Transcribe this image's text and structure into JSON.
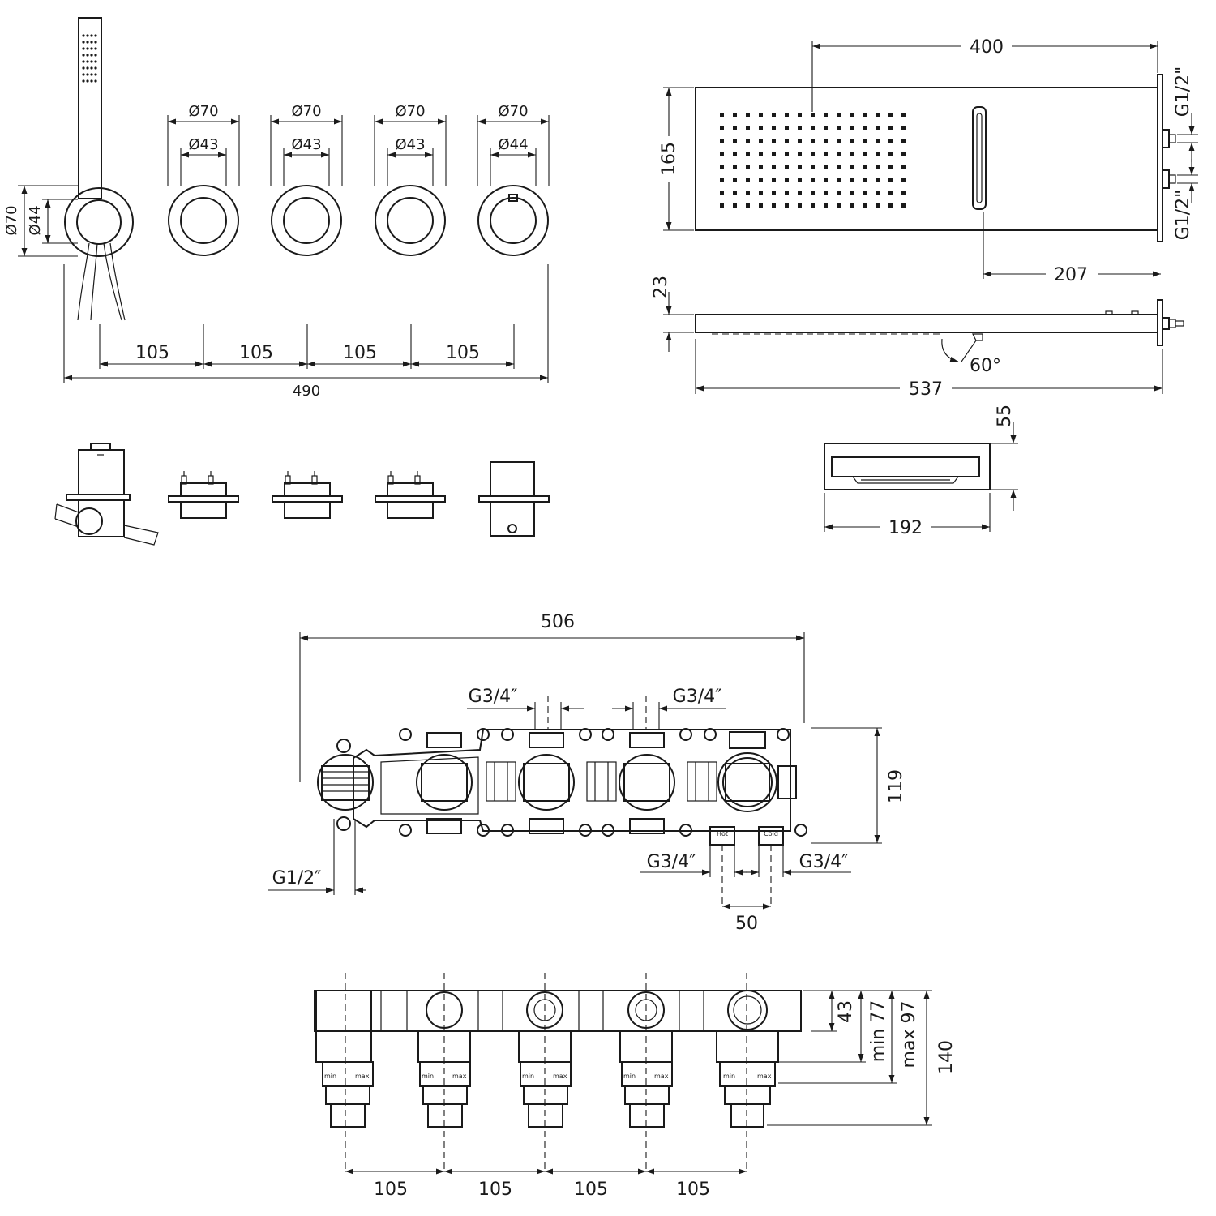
{
  "diagram": {
    "controls": {
      "diameters": [
        {
          "outer": "Ø70",
          "inner": "Ø43"
        },
        {
          "outer": "Ø70",
          "inner": "Ø43"
        },
        {
          "outer": "Ø70",
          "inner": "Ø43"
        },
        {
          "outer": "Ø70",
          "inner": "Ø44"
        }
      ],
      "holder_outer": "Ø70",
      "holder_inner": "Ø44",
      "spacing": [
        "105",
        "105",
        "105",
        "105"
      ],
      "total_width": "490"
    },
    "shower_head": {
      "length": "400",
      "height": "165",
      "waterfall_offset": "207",
      "inlet_top": "G1/2\"",
      "inlet_bottom": "G1/2\"",
      "thickness": "23",
      "angle": "60°",
      "overall_length": "537",
      "waterfall_depth": "55",
      "waterfall_width": "192"
    },
    "body": {
      "width": "506",
      "inlet_left": "G3/4″",
      "inlet_right": "G3/4″",
      "height": "119",
      "outlet": "G1/2″",
      "hot_inlet": "G3/4″",
      "cold_inlet": "G3/4″",
      "inlet_spacing": "50",
      "hot_label": "Hot",
      "cold_label": "Cold"
    },
    "side_view": {
      "depth_1": "43",
      "depth_2": "min 77",
      "depth_3": "max 97",
      "depth_4": "140",
      "spacing": [
        "105",
        "105",
        "105",
        "105"
      ],
      "min_label": "min",
      "max_label": "max"
    }
  }
}
